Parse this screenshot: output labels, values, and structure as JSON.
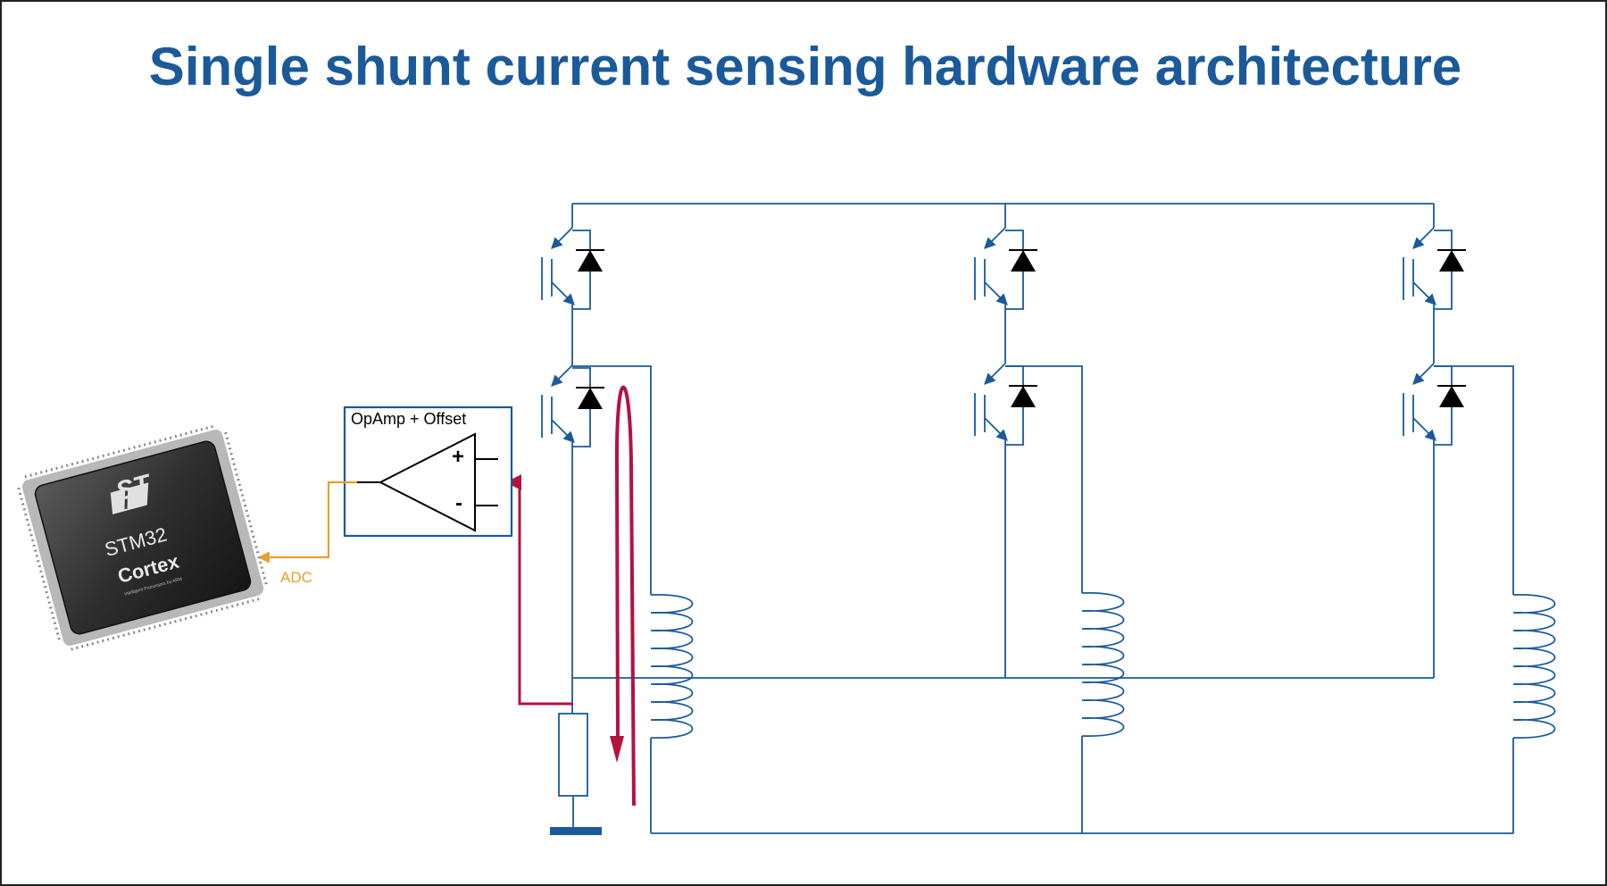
{
  "title": "Single shunt current sensing hardware architecture",
  "opamp_block": {
    "label": "OpAmp + Offset",
    "plus": "+",
    "minus": "-"
  },
  "adc_label": "ADC",
  "chip": {
    "brand": "ST",
    "name": "STM32",
    "core": "Cortex",
    "tagline": "Intelligent Processors by ARM"
  },
  "colors": {
    "circuit": "#1a5a9a",
    "current_path": "#b5123f",
    "adc": "#e8a02c",
    "title": "#1a5a9a"
  }
}
